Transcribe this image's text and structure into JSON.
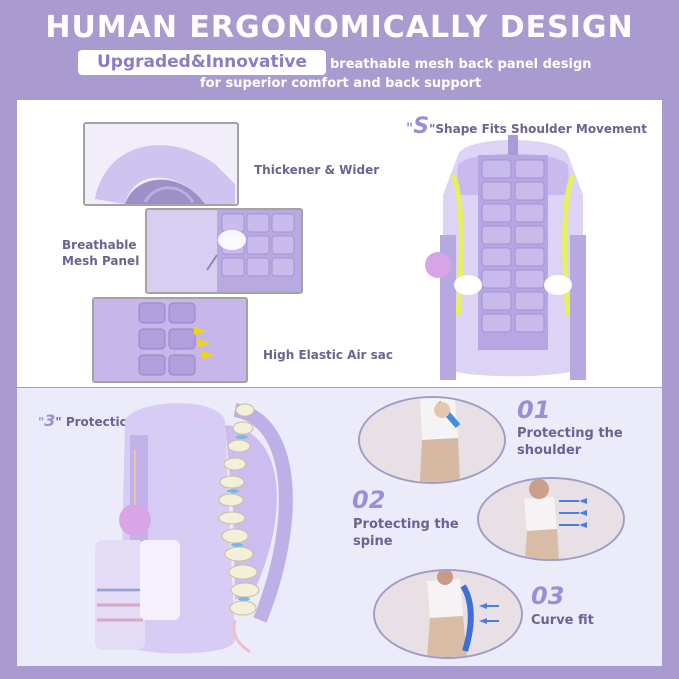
{
  "header": {
    "title": "HUMAN ERGONOMICALLY DESIGN",
    "highlight": "Upgraded&Innovative",
    "subtitle_line1": "breathable mesh back panel design",
    "subtitle_line2": "for superior comfort and back support"
  },
  "features": {
    "thicker": "Thickener & Wider",
    "mesh_line1": "Breathable",
    "mesh_line2": "Mesh Panel",
    "air": "High Elastic Air sac"
  },
  "s_shape": {
    "open_quote": "\"",
    "letter": "S",
    "rest": "\"Shape Fits Shoulder Movement"
  },
  "protection": {
    "open_quote": "\"",
    "number": "3",
    "rest": "\" Protection"
  },
  "points": [
    {
      "num": "01",
      "line1": "Protecting the",
      "line2": "shoulder"
    },
    {
      "num": "02",
      "line1": "Protecting the",
      "line2": "spine"
    },
    {
      "num": "03",
      "line1": "Curve fit",
      "line2": ""
    }
  ],
  "colors": {
    "background": "#a99ad0",
    "accent": "#9a8fd6",
    "bag": "#cdbfee",
    "arrow": "#4a7fe0"
  }
}
